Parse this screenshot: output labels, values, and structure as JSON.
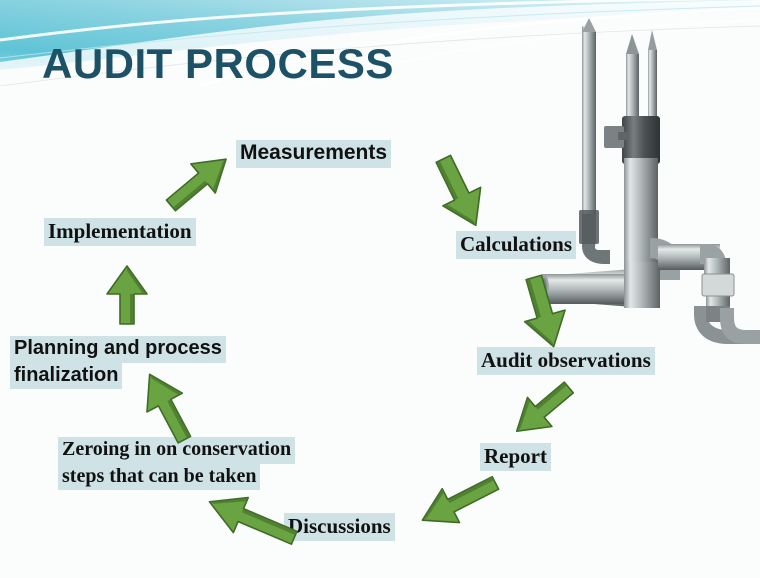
{
  "slide": {
    "title": "AUDIT PROCESS",
    "title_color": "#1d5166",
    "background_color": "#fbfcfc",
    "banner": {
      "name": "decorative-wave-banner",
      "gradient_from": "#2fb6cc",
      "gradient_to": "#eaf7fa",
      "wave_color": "#ffffff"
    },
    "illustration": {
      "name": "industrial-pipes-photo",
      "description": "grayscale photo of metal pipes and valves"
    }
  },
  "highlight_color": "#cfe2e6",
  "arrow_color": "#6aa342",
  "arrow_shadow_color": "#3f6b27",
  "steps": [
    {
      "id": "measurements",
      "label": "Measurements",
      "font": "sans"
    },
    {
      "id": "calculations",
      "label": "Calculations",
      "font": "serif"
    },
    {
      "id": "audit-observations",
      "label": "Audit observations",
      "font": "serif"
    },
    {
      "id": "report",
      "label": "Report",
      "font": "serif"
    },
    {
      "id": "discussions",
      "label": "Discussions",
      "font": "serif"
    },
    {
      "id": "zeroing",
      "label_line1": "Zeroing in on conservation",
      "label_line2": "steps that can be taken",
      "font": "serif"
    },
    {
      "id": "planning",
      "label_line1": "Planning and process",
      "label_line2": "finalization",
      "font": "sans"
    },
    {
      "id": "implementation",
      "label": "Implementation",
      "font": "serif"
    }
  ],
  "arrows": [
    {
      "id": "arrow-implementation-to-measurements",
      "direction": "up-right"
    },
    {
      "id": "arrow-measurements-to-calculations",
      "direction": "down-right"
    },
    {
      "id": "arrow-calculations-to-audit-observations",
      "direction": "down-right"
    },
    {
      "id": "arrow-audit-observations-to-report",
      "direction": "down-left"
    },
    {
      "id": "arrow-report-to-discussions",
      "direction": "down-left"
    },
    {
      "id": "arrow-discussions-to-zeroing",
      "direction": "up-left"
    },
    {
      "id": "arrow-zeroing-to-planning",
      "direction": "up-left"
    },
    {
      "id": "arrow-planning-to-implementation",
      "direction": "up"
    }
  ]
}
